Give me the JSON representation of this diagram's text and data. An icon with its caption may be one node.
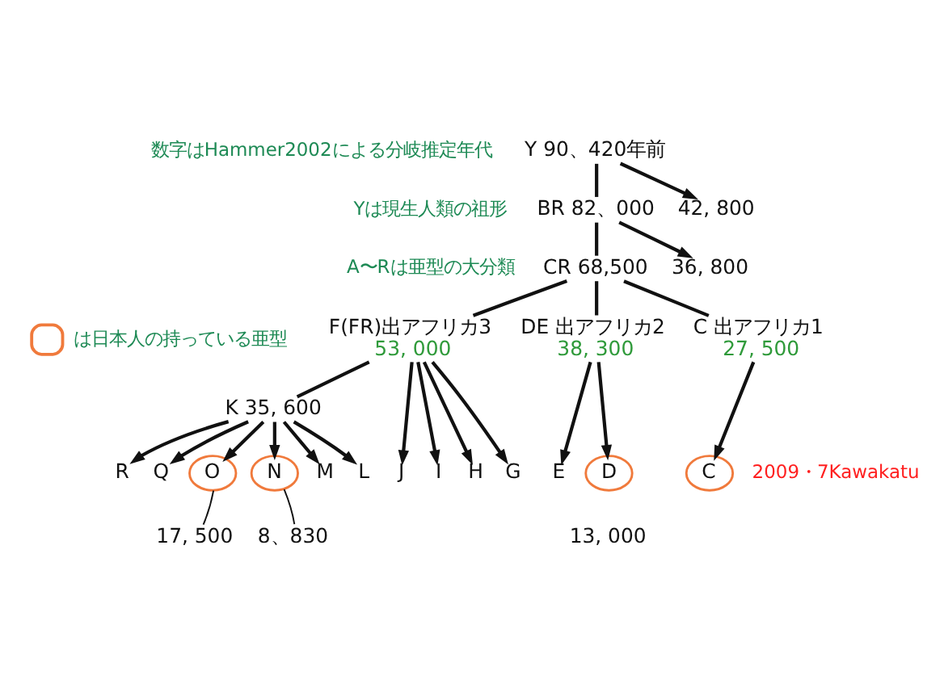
{
  "diagram": {
    "nodes": [
      {
        "text": [
          "Y 90、420年前"
        ]
      },
      {
        "text": [
          "42, 800"
        ]
      },
      {
        "text": [
          "BR 82、000"
        ]
      },
      {
        "text": [
          "36, 800"
        ]
      },
      {
        "text": [
          "CR 68,500"
        ]
      },
      {
        "text": [
          "F(FR)出アフリカ3",
          "53, 000"
        ]
      },
      {
        "text": [
          "DE 出アフリカ2",
          "38, 300"
        ]
      },
      {
        "text": [
          "C 出アフリカ1",
          "27, 500"
        ]
      },
      {
        "text": [
          "K 35, 600"
        ]
      },
      {
        "text": [
          "R"
        ]
      },
      {
        "text": [
          "Q"
        ]
      },
      {
        "text": [
          "O"
        ]
      },
      {
        "text": [
          "N"
        ]
      },
      {
        "text": [
          "M"
        ]
      },
      {
        "text": [
          "L"
        ]
      },
      {
        "text": [
          "J"
        ]
      },
      {
        "text": [
          "I"
        ]
      },
      {
        "text": [
          "H"
        ]
      },
      {
        "text": [
          "G"
        ]
      },
      {
        "text": [
          "E"
        ]
      },
      {
        "text": [
          "D"
        ],
        "beside": [
          "13, 000"
        ]
      },
      {
        "text": [
          "C"
        ]
      },
      {
        "text": [
          "17, 500"
        ]
      },
      {
        "text": [
          "8、830"
        ]
      }
    ],
    "edges": [
      {
        "from": 0,
        "to": 1,
        "arrow": "to"
      },
      {
        "from": 0,
        "to": 2,
        "arrow": "none"
      },
      {
        "from": 2,
        "to": 3,
        "arrow": "to"
      },
      {
        "from": 2,
        "to": 4,
        "arrow": "none"
      },
      {
        "from": 4,
        "to": 5,
        "arrow": "none"
      },
      {
        "from": 4,
        "to": 6,
        "arrow": "none"
      },
      {
        "from": 4,
        "to": 7,
        "arrow": "none"
      },
      {
        "from": 5,
        "to": 8,
        "arrow": "none"
      },
      {
        "from": 8,
        "to": 9,
        "arrow": "to"
      },
      {
        "from": 8,
        "to": 10,
        "arrow": "to"
      },
      {
        "from": 8,
        "to": 11,
        "arrow": "to"
      },
      {
        "from": 8,
        "to": 12,
        "arrow": "to"
      },
      {
        "from": 8,
        "to": 13,
        "arrow": "to"
      },
      {
        "from": 8,
        "to": 14,
        "arrow": "to"
      },
      {
        "from": 5,
        "to": 15,
        "arrow": "to"
      },
      {
        "from": 5,
        "to": 16,
        "arrow": "to"
      },
      {
        "from": 5,
        "to": 17,
        "arrow": "to"
      },
      {
        "from": 5,
        "to": 18,
        "arrow": "to"
      },
      {
        "from": 6,
        "to": 19,
        "arrow": "to"
      },
      {
        "from": 6,
        "to": 20,
        "arrow": "to"
      },
      {
        "from": 7,
        "to": 21,
        "arrow": "to"
      },
      {
        "from": 22,
        "to": 11,
        "arrow": "none"
      },
      {
        "from": 23,
        "to": 12,
        "arrow": "none"
      }
    ],
    "labels": [
      "数字はHammer2002による分岐推定年代",
      "Yは現生人類の祖形",
      "A〜Rは亜型の大分類",
      "2009・7Kawakatu"
    ],
    "legend": [
      {
        "text": "は日本人の持っている亜型"
      }
    ]
  }
}
